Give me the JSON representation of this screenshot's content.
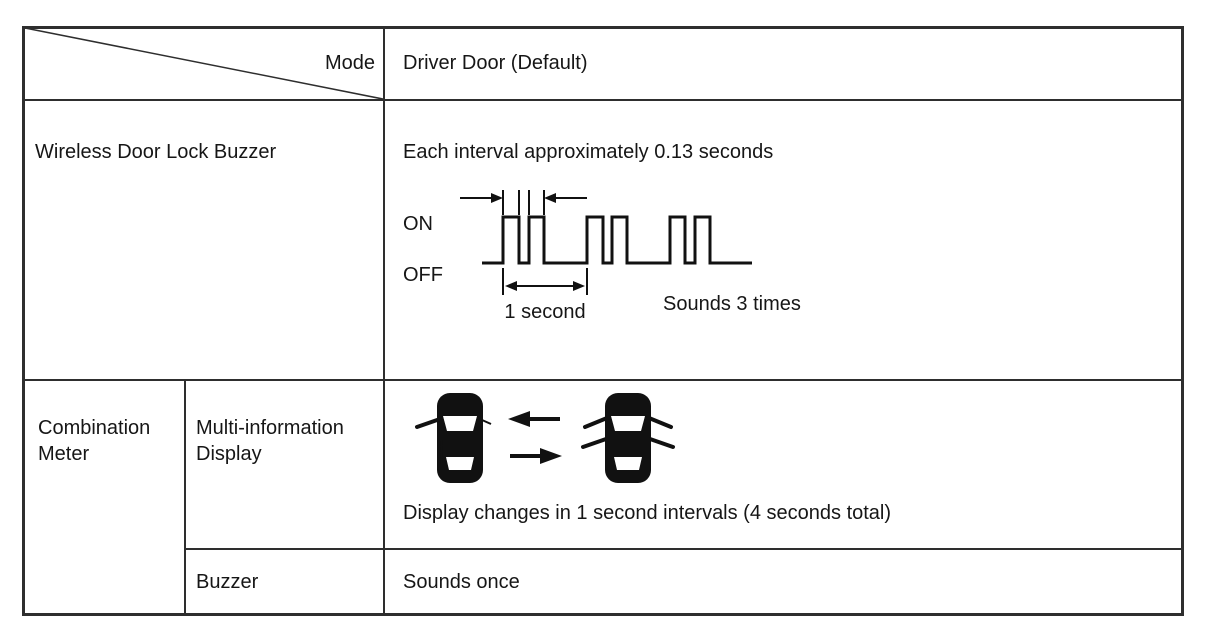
{
  "table": {
    "corner": {
      "mode_label": "Mode"
    },
    "columns": {
      "driver_door_header": "Driver Door (Default)"
    },
    "wireless_row": {
      "label": "Wireless Door Lock Buzzer",
      "interval_note": "Each interval approximately 0.13 seconds",
      "waveform": {
        "type": "timing-diagram",
        "on_label": "ON",
        "off_label": "OFF",
        "period_label": "1 second",
        "sounds_label": "Sounds 3 times",
        "pulse_groups": 3,
        "pulses_per_group": 2
      }
    },
    "combination_row": {
      "label": "Combination Meter",
      "sub_rows": [
        {
          "label": "Multi-information Display",
          "value": "Display changes in 1 second intervals (4 seconds total)"
        },
        {
          "label": "Buzzer",
          "value": "Sounds once"
        }
      ]
    },
    "colors": {
      "line": "#2e2e2e",
      "ink": "#161616"
    }
  }
}
